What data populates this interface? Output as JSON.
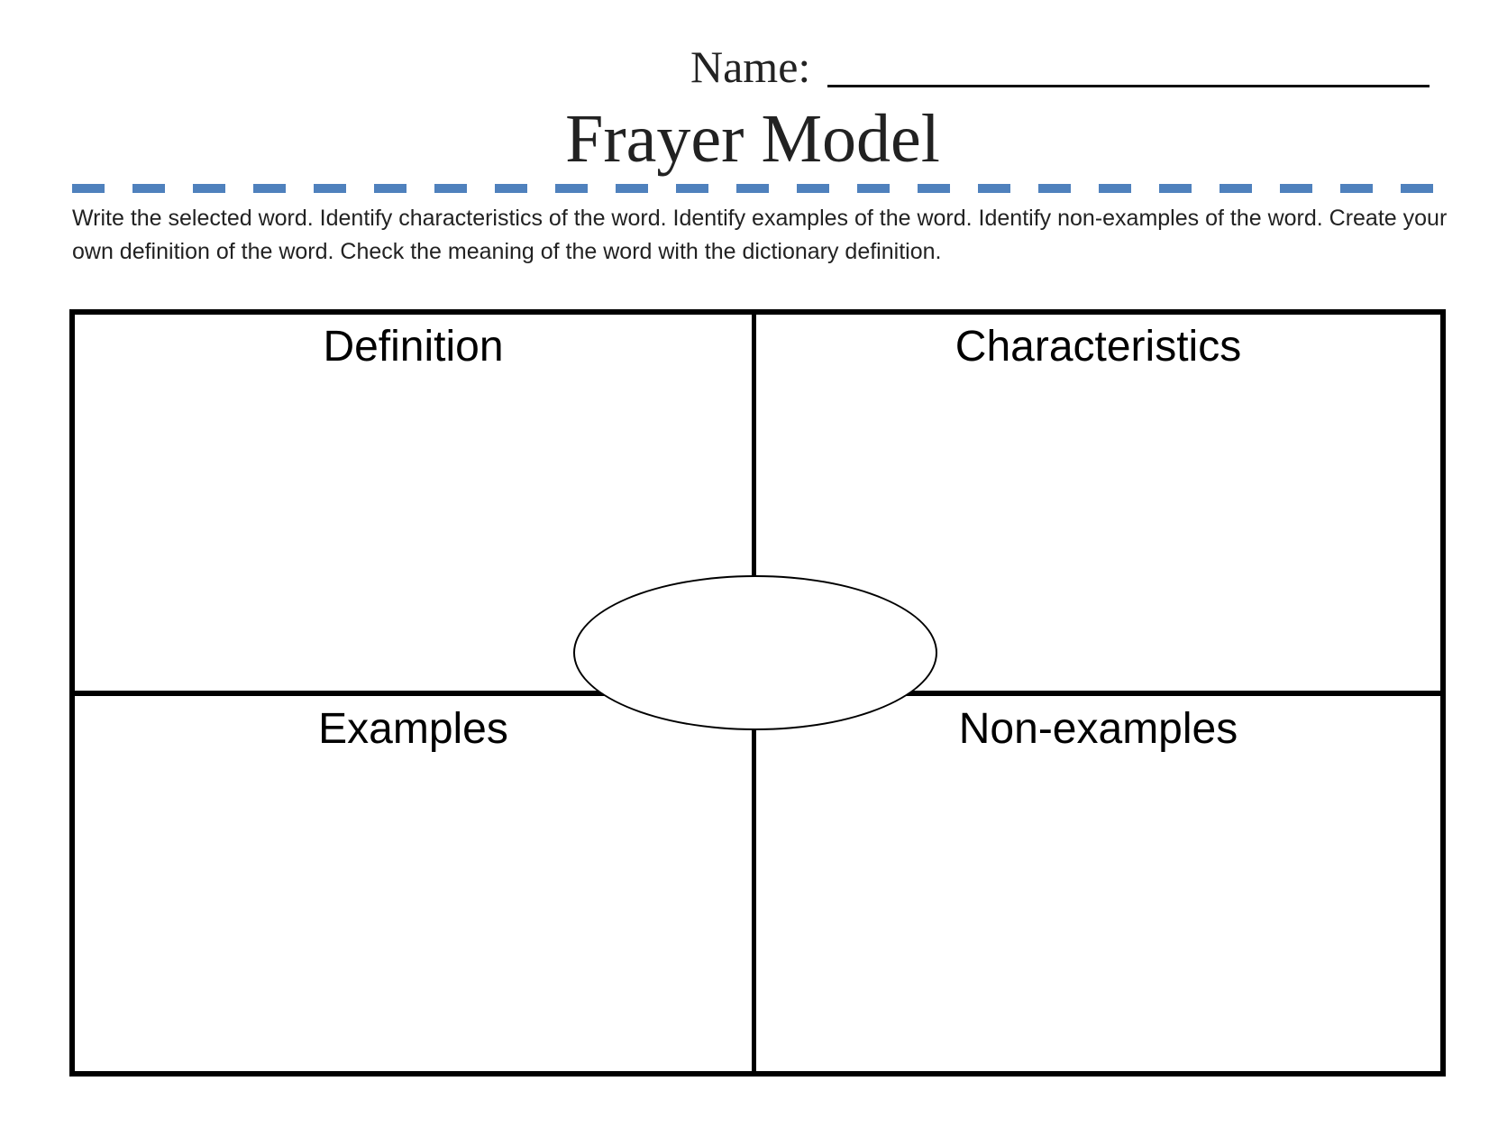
{
  "header": {
    "name_label": "Name:",
    "title": "Frayer Model"
  },
  "instructions": "Write the selected word.  Identify characteristics of the word.  Identify examples of the word.  Identify non-examples of the word.  Create your own definition of the word.  Check the meaning of the word with the dictionary definition.",
  "quadrants": {
    "top_left": "Definition",
    "top_right": "Characteristics",
    "bottom_left": "Examples",
    "bottom_right": "Non-examples"
  },
  "center_word": "",
  "colors": {
    "dash_accent": "#4f81bd",
    "border": "#000000"
  }
}
